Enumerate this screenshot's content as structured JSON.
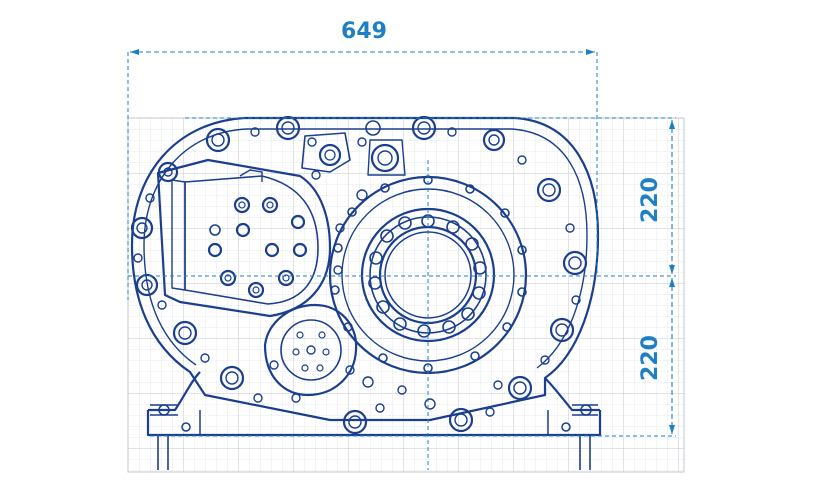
{
  "colors": {
    "line": "#1b3f8e",
    "dimension": "#1f7fc4",
    "grid_minor": "#d8dce2",
    "grid_major": "#c3c8cf",
    "background": "#ffffff"
  },
  "dimensions": {
    "width_label": "649",
    "height_upper_label": "220",
    "height_lower_label": "220"
  }
}
